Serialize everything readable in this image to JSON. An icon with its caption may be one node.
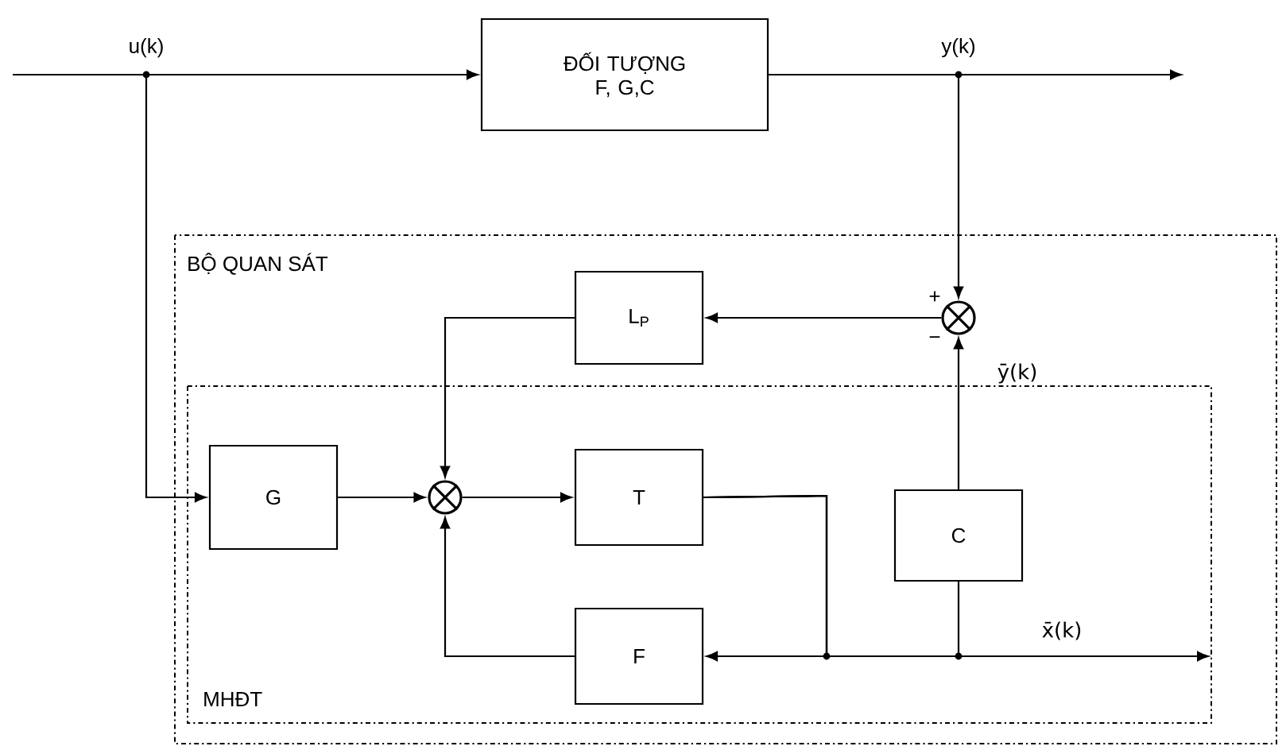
{
  "diagram": {
    "nodes": [
      {
        "text": [
          "BỘ QUAN SÁT"
        ]
      },
      {
        "text": [
          "MHĐT"
        ],
        "in": 0
      },
      {
        "text": [
          "ĐỐI TƯỢNG F, G,C"
        ]
      },
      {
        "text": [
          "L$_{P}$"
        ],
        "in": 0
      },
      {
        "text": [],
        "shape": "circle",
        "in": 0
      },
      {
        "text": [
          "G"
        ],
        "in": 1
      },
      {
        "text": [],
        "shape": "circle",
        "in": 1
      },
      {
        "text": [
          "T"
        ],
        "in": 1
      },
      {
        "text": [
          "C"
        ],
        "in": 1
      },
      {
        "text": [
          "F"
        ],
        "in": 1
      }
    ],
    "edges": [
      {
        "from": null,
        "to": 2,
        "arrow": "to"
      },
      {
        "from": null,
        "to": 5,
        "arrow": "to"
      },
      {
        "from": 2,
        "to": null,
        "arrow": "to"
      },
      {
        "from": 2,
        "to": 4,
        "arrow": "to"
      },
      {
        "from": 4,
        "to": 3,
        "arrow": "to"
      },
      {
        "from": 3,
        "to": 6,
        "arrow": "to"
      },
      {
        "from": 5,
        "to": 6,
        "arrow": "to"
      },
      {
        "from": 6,
        "to": 7,
        "arrow": "to"
      },
      {
        "from": 9,
        "to": 6,
        "arrow": "to"
      },
      {
        "from": 7,
        "to": 9,
        "arrow": "to"
      },
      {
        "from": 7,
        "to": null,
        "arrow": "to"
      },
      {
        "from": 7,
        "to": 8,
        "arrow": "none"
      },
      {
        "from": 8,
        "to": 4,
        "arrow": "to"
      }
    ],
    "labels": [
      "u(k)",
      "y(k)",
      "+",
      "−",
      "ȳ(k)",
      "x̄(k)"
    ]
  }
}
